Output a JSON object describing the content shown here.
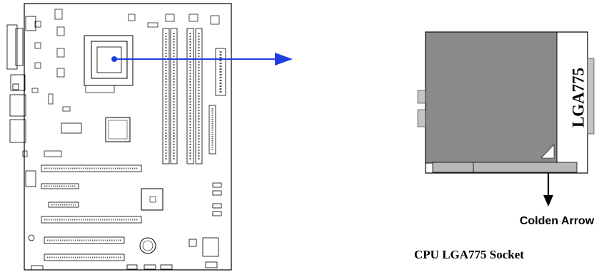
{
  "socket": {
    "model_text": "LGA775",
    "caption": "CPU LGA775 Socket"
  },
  "callout": {
    "arrow_label": "Colden Arrow"
  },
  "colors": {
    "pointer_arrow": "#1f3fe0",
    "cpu_fill": "#8a8a8a",
    "board_outline": "#000000",
    "accent_gray": "#b8b8b8"
  }
}
